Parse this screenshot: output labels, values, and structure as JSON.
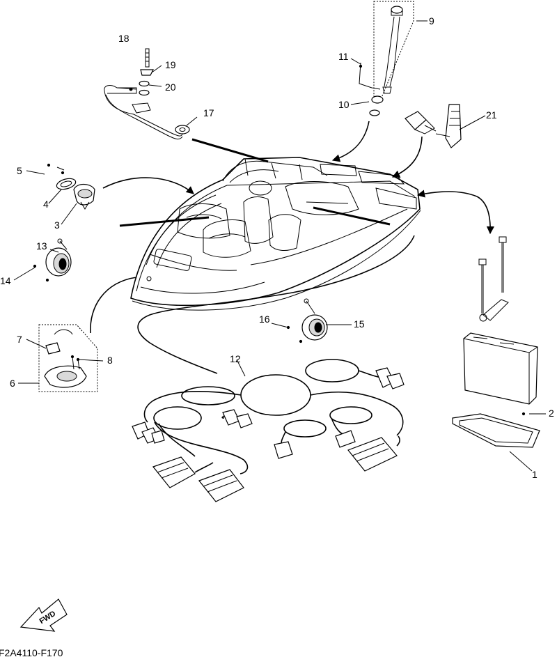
{
  "callouts": {
    "c1": "1",
    "c2": "2",
    "c3": "3",
    "c4": "4",
    "c5": "5",
    "c6": "6",
    "c7": "7",
    "c8": "8",
    "c9": "9",
    "c10": "10",
    "c11": "11",
    "c12": "12",
    "c13": "13",
    "c14": "14",
    "c15": "15",
    "c16": "16",
    "c17": "17",
    "c18": "18",
    "c19": "19",
    "c20": "20",
    "c21": "21"
  },
  "fwd_label": "FWD",
  "drawing_code": "F2A4110-F170"
}
